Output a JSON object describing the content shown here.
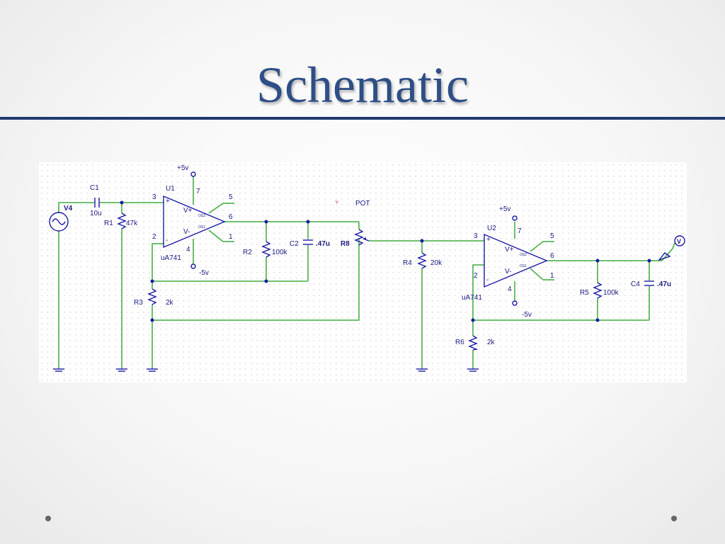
{
  "slide": {
    "title": "Schematic"
  },
  "schematic": {
    "labels": {
      "v4": "V4",
      "c1": "C1",
      "c1_val": "10u",
      "r1": "R1",
      "r1_val": "47k",
      "u1": "U1",
      "u1_type": "uA741",
      "u1_supply_pos": "+5v",
      "u1_supply_neg": "-5v",
      "u1_vplus": "V+",
      "u1_vminus": "V-",
      "u1_pin3": "3",
      "u1_pin2": "2",
      "u1_pin7": "7",
      "u1_pin4": "4",
      "u1_pin5": "5",
      "u1_pin6": "6",
      "u1_pin1": "1",
      "u1_plus": "+",
      "u1_minus": "-",
      "u1_os2": "OS2",
      "u1_os1": "OS1",
      "r2": "R2",
      "r2_val": "100k",
      "c2": "C2",
      "c2_val": ".47u",
      "r3": "R3",
      "r3_val": "2k",
      "r8": "R8",
      "pot": "POT",
      "marker": "v",
      "r4": "R4",
      "r4_val": "20k",
      "u2": "U2",
      "u2_type": "uA741",
      "u2_supply_pos": "+5v",
      "u2_supply_neg": "-5v",
      "u2_vplus": "V+",
      "u2_vminus": "V-",
      "u2_pin3": "3",
      "u2_pin2": "2",
      "u2_pin7": "7",
      "u2_pin4": "4",
      "u2_pin5": "5",
      "u2_pin6": "6",
      "u2_pin1": "1",
      "u2_plus": "+",
      "u2_minus": "-",
      "u2_os2": "OS2",
      "u2_os1": "OS1",
      "r5": "R5",
      "r5_val": "100k",
      "c4": "C4",
      "c4_val": ".47u",
      "r6": "R6",
      "r6_val": "2k",
      "probe": "V"
    },
    "colors": {
      "wire": "#5cb85c",
      "part": "#1a1aa6",
      "label": "#1a1a80",
      "title": "#2e4f86",
      "rule": "#1f3a6e"
    }
  }
}
